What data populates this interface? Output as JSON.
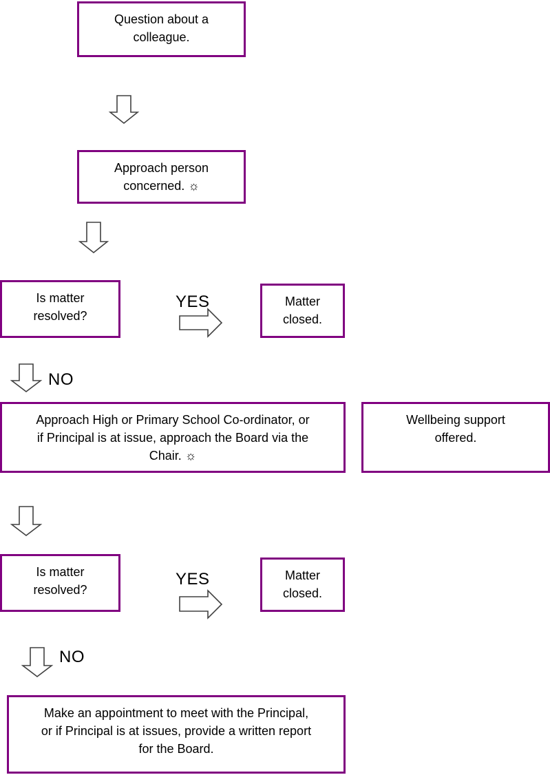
{
  "boxes": {
    "question": [
      "Question about a",
      "colleague."
    ],
    "approach_person": [
      "Approach person",
      "concerned. ☼"
    ],
    "resolved_1": [
      "Is matter",
      "resolved?"
    ],
    "closed_1": [
      "Matter",
      "closed."
    ],
    "coordinator": [
      "Approach High or Primary School Co-ordinator, or",
      "if Principal is at issue, approach the Board via the",
      "Chair. ☼"
    ],
    "wellbeing": [
      "Wellbeing support",
      "offered."
    ],
    "resolved_2": [
      "Is matter",
      "resolved?"
    ],
    "closed_2": [
      "Matter",
      "closed."
    ],
    "principal": [
      "Make an appointment to meet with the Principal,",
      "or if Principal is at issues, provide a written report",
      "for the Board."
    ]
  },
  "labels": {
    "yes_1": "YES",
    "no_1": "NO",
    "yes_2": "YES",
    "no_2": "NO"
  },
  "colors": {
    "box_border": "#800080",
    "arrow_stroke": "#404040"
  }
}
